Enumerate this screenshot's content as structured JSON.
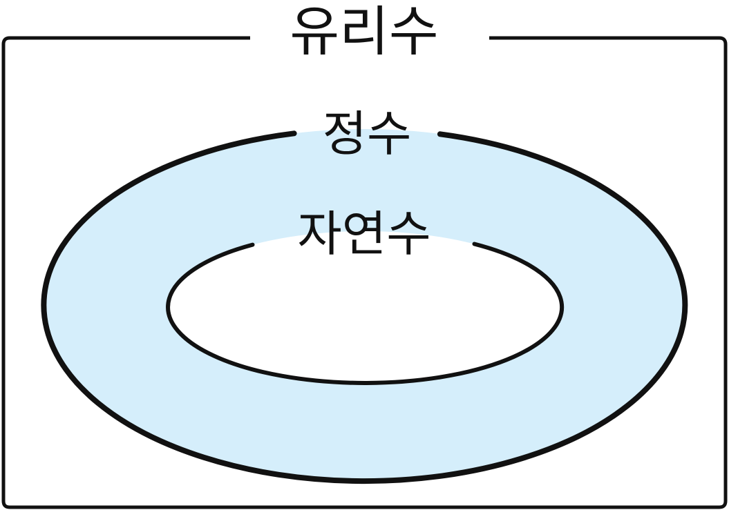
{
  "sets": [
    {
      "id": "rational",
      "label": "유리수"
    },
    {
      "id": "integer",
      "label": "정수"
    },
    {
      "id": "natural",
      "label": "자연수"
    }
  ],
  "colors": {
    "integer_fill": "#d5eefb",
    "outline": "#111111",
    "background": "#ffffff"
  }
}
